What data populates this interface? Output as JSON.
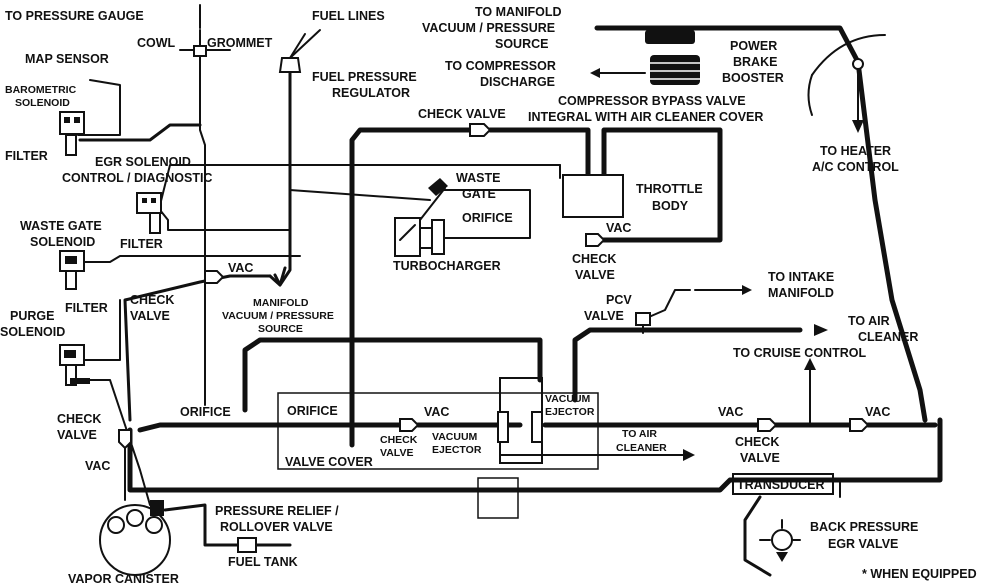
{
  "diagram": {
    "labels": {
      "to_pressure_gauge": "TO PRESSURE GAUGE",
      "fuel_lines": "FUEL LINES",
      "cowl": "COWL",
      "grommet": "GROMMET",
      "map_sensor": "MAP SENSOR",
      "barometric_solenoid_1": "BAROMETRIC",
      "barometric_solenoid_2": "SOLENOID",
      "fuel_pressure_regulator_1": "FUEL PRESSURE",
      "fuel_pressure_regulator_2": "REGULATOR",
      "to_manifold_source_1": "TO MANIFOLD",
      "to_manifold_source_2": "VACUUM / PRESSURE",
      "to_manifold_source_3": "SOURCE",
      "to_compressor_discharge_1": "TO COMPRESSOR",
      "to_compressor_discharge_2": "DISCHARGE",
      "power_brake_booster_1": "POWER",
      "power_brake_booster_2": "BRAKE",
      "power_brake_booster_3": "BOOSTER",
      "compressor_bypass_1": "COMPRESSOR BYPASS VALVE",
      "compressor_bypass_2": "INTEGRAL WITH AIR CLEANER COVER",
      "check_valve_top": "CHECK VALVE",
      "filter_1": "FILTER",
      "egr_solenoid_1": "EGR SOLENOID",
      "egr_solenoid_2": "CONTROL / DIAGNOSTIC",
      "to_heater_1": "TO HEATER",
      "to_heater_2": "A/C CONTROL",
      "waste_gate_1": "WASTE",
      "waste_gate_2": "GATE",
      "throttle_body_1": "THROTTLE",
      "throttle_body_2": "BODY",
      "orifice_turbo": "ORIFICE",
      "waste_gate_solenoid_1": "WASTE GATE",
      "waste_gate_solenoid_2": "SOLENOID",
      "filter_2": "FILTER",
      "vac_throttle": "VAC",
      "turbocharger": "TURBOCHARGER",
      "check_valve_throttle_1": "CHECK",
      "check_valve_throttle_2": "VALVE",
      "vac_left": "VAC",
      "to_intake_manifold_1": "TO INTAKE",
      "to_intake_manifold_2": "MANIFOLD",
      "filter_3": "FILTER",
      "check_valve_left_1": "CHECK",
      "check_valve_left_2": "VALVE",
      "manifold_source_1": "MANIFOLD",
      "manifold_source_2": "VACUUM / PRESSURE",
      "manifold_source_3": "SOURCE",
      "pcv_valve_1": "PCV",
      "pcv_valve_2": "VALVE",
      "to_air_cleaner_1": "TO AIR",
      "to_air_cleaner_2": "CLEANER",
      "purge_solenoid_1": "PURGE",
      "purge_solenoid_2": "SOLENOID",
      "to_cruise_control": "TO CRUISE CONTROL",
      "check_valve_canister_1": "CHECK",
      "check_valve_canister_2": "VALVE",
      "orifice_left": "ORIFICE",
      "orifice_cover": "ORIFICE",
      "vac_cover": "VAC",
      "vacuum_ejector_right_1": "VACUUM",
      "vacuum_ejector_right_2": "EJECTOR",
      "vac_right_1": "VAC",
      "vac_right_2": "VAC",
      "check_valve_cover_1": "CHECK",
      "check_valve_cover_2": "VALVE",
      "vacuum_ejector_left_1": "VACUUM",
      "vacuum_ejector_left_2": "EJECTOR",
      "to_air_cleaner_small_1": "TO AIR",
      "to_air_cleaner_small_2": "CLEANER",
      "check_valve_right_1": "CHECK",
      "check_valve_right_2": "VALVE",
      "vac_canister": "VAC",
      "valve_cover": "VALVE COVER",
      "transducer": "TRANSDUCER",
      "pressure_relief_1": "PRESSURE RELIEF /",
      "pressure_relief_2": "ROLLOVER VALVE",
      "fuel_tank": "FUEL TANK",
      "back_pressure_egr_1": "BACK PRESSURE",
      "back_pressure_egr_2": "EGR VALVE",
      "vapor_canister": "VAPOR CANISTER",
      "when_equipped": "* WHEN EQUIPPED"
    }
  }
}
